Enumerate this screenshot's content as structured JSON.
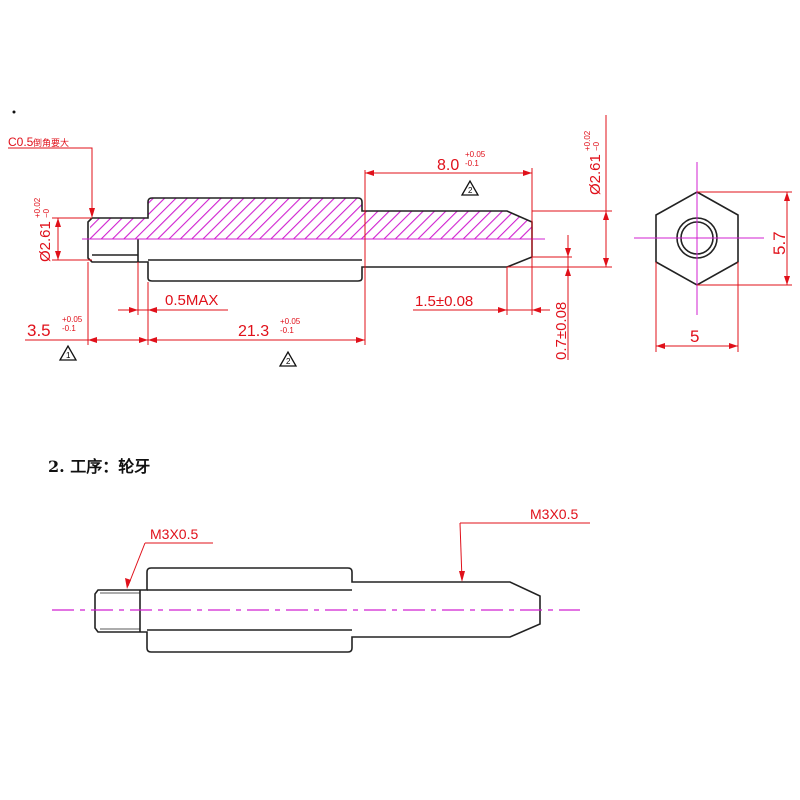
{
  "colors": {
    "outline": "#222222",
    "dimension": "#e0101a",
    "centerline": "#d020d0",
    "hatch": "#d020d0"
  },
  "top_view": {
    "chamfer_note": "C0.5",
    "chamfer_note_cn": "倒角要大",
    "dia_left": "Ø2.61",
    "dia_left_tol_upper": "+0.02",
    "dia_left_tol_lower": "−0",
    "len_stub": "3.5",
    "len_stub_tol_upper": "+0.05",
    "len_stub_tol_lower": "-0.1",
    "undercut": "0.5MAX",
    "len_body": "21.3",
    "len_body_tol_upper": "+0.05",
    "len_body_tol_lower": "-0.1",
    "len_shaft": "8.0",
    "len_shaft_tol_upper": "+0.05",
    "len_shaft_tol_lower": "-0.1",
    "dia_right": "Ø2.61",
    "dia_right_tol_upper": "+0.02",
    "dia_right_tol_lower": "−0",
    "chamfer_len": "1.5±0.08",
    "chamfer_depth": "0.7±0.08",
    "flag_symbol": "1",
    "flag_symbol_2": "2"
  },
  "hex_view": {
    "width_flats": "5",
    "width_corners": "5.7"
  },
  "section2": {
    "title": "2. 工序：轮牙",
    "thread_left": "M3X0.5",
    "thread_right": "M3X0.5"
  }
}
